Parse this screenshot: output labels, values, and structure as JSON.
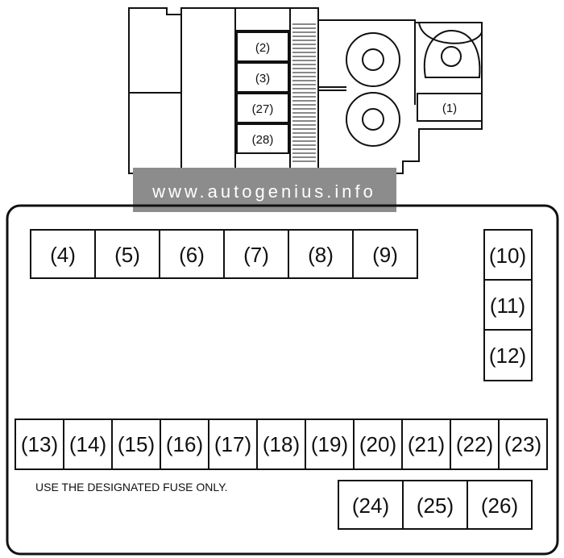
{
  "watermark": "www.autogenius.info",
  "notice": "USE THE DESIGNATED FUSE ONLY.",
  "upper_block_fuses": [
    "(2)",
    "(3)",
    "(27)",
    "(28)"
  ],
  "upper_side_fuse": "(1)",
  "top_row_fuses": [
    "(4)",
    "(5)",
    "(6)",
    "(7)",
    "(8)",
    "(9)"
  ],
  "right_column_fuses": [
    "(10)",
    "(11)",
    "(12)"
  ],
  "bottom_row_fuses": [
    "(13)",
    "(14)",
    "(15)",
    "(16)",
    "(17)",
    "(18)",
    "(19)",
    "(20)",
    "(21)",
    "(22)",
    "(23)"
  ],
  "lower_right_fuses": [
    "(24)",
    "(25)",
    "(26)"
  ]
}
